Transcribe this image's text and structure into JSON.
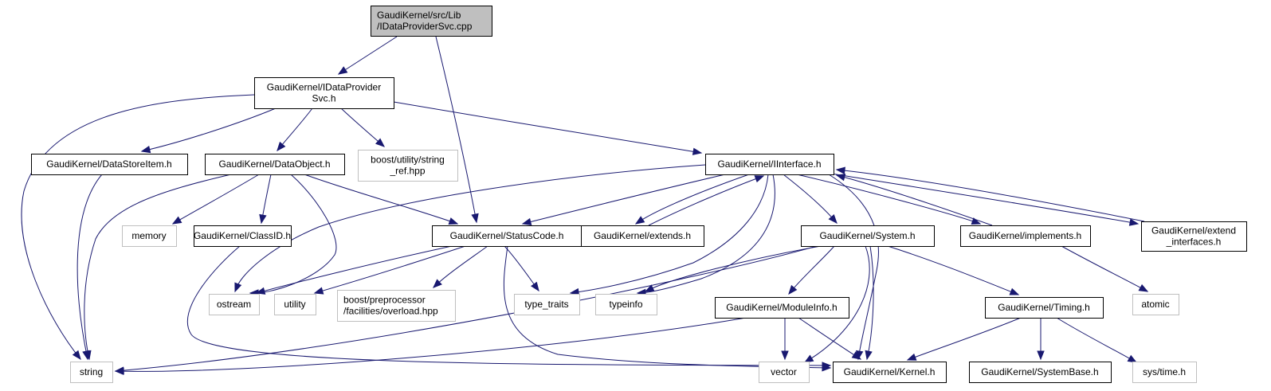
{
  "diagram": {
    "type": "include-dependency-graph",
    "colors": {
      "edge": "#191970",
      "root_fill": "#bfbfbf",
      "root_border": "#000000",
      "internal_border": "#000000",
      "external_border": "#bfbfbf",
      "node_fill": "#ffffff"
    },
    "nodes": [
      {
        "id": "root",
        "lines": [
          "GaudiKernel/src/Lib",
          "/IDataProviderSvc.cpp"
        ],
        "kind": "root"
      },
      {
        "id": "idps",
        "lines": [
          "GaudiKernel/IDataProvider",
          "Svc.h"
        ],
        "kind": "internal"
      },
      {
        "id": "dsi",
        "lines": [
          "GaudiKernel/DataStoreItem.h"
        ],
        "kind": "internal"
      },
      {
        "id": "dobj",
        "lines": [
          "GaudiKernel/DataObject.h"
        ],
        "kind": "internal"
      },
      {
        "id": "sref",
        "lines": [
          "boost/utility/string",
          "_ref.hpp"
        ],
        "kind": "external"
      },
      {
        "id": "iif",
        "lines": [
          "GaudiKernel/IInterface.h"
        ],
        "kind": "internal"
      },
      {
        "id": "memory",
        "lines": [
          "memory"
        ],
        "kind": "external"
      },
      {
        "id": "classid",
        "lines": [
          "GaudiKernel/ClassID.h"
        ],
        "kind": "internal"
      },
      {
        "id": "status",
        "lines": [
          "GaudiKernel/StatusCode.h"
        ],
        "kind": "internal"
      },
      {
        "id": "extends",
        "lines": [
          "GaudiKernel/extends.h"
        ],
        "kind": "internal"
      },
      {
        "id": "system",
        "lines": [
          "GaudiKernel/System.h"
        ],
        "kind": "internal"
      },
      {
        "id": "impl",
        "lines": [
          "GaudiKernel/implements.h"
        ],
        "kind": "internal"
      },
      {
        "id": "extif",
        "lines": [
          "GaudiKernel/extend",
          "_interfaces.h"
        ],
        "kind": "internal"
      },
      {
        "id": "ostream",
        "lines": [
          "ostream"
        ],
        "kind": "external"
      },
      {
        "id": "utility",
        "lines": [
          "utility"
        ],
        "kind": "external"
      },
      {
        "id": "overload",
        "lines": [
          "boost/preprocessor",
          "/facilities/overload.hpp"
        ],
        "kind": "external"
      },
      {
        "id": "typetraits",
        "lines": [
          "type_traits"
        ],
        "kind": "external"
      },
      {
        "id": "typeinfo",
        "lines": [
          "typeinfo"
        ],
        "kind": "external"
      },
      {
        "id": "modinfo",
        "lines": [
          "GaudiKernel/ModuleInfo.h"
        ],
        "kind": "internal"
      },
      {
        "id": "timing",
        "lines": [
          "GaudiKernel/Timing.h"
        ],
        "kind": "internal"
      },
      {
        "id": "atomic",
        "lines": [
          "atomic"
        ],
        "kind": "external"
      },
      {
        "id": "string",
        "lines": [
          "string"
        ],
        "kind": "external"
      },
      {
        "id": "vector",
        "lines": [
          "vector"
        ],
        "kind": "external"
      },
      {
        "id": "kernel",
        "lines": [
          "GaudiKernel/Kernel.h"
        ],
        "kind": "internal"
      },
      {
        "id": "sysbase",
        "lines": [
          "GaudiKernel/SystemBase.h"
        ],
        "kind": "internal"
      },
      {
        "id": "systime",
        "lines": [
          "sys/time.h"
        ],
        "kind": "external"
      }
    ],
    "edges": [
      {
        "from": "root",
        "to": "idps"
      },
      {
        "from": "root",
        "to": "status"
      },
      {
        "from": "idps",
        "to": "string"
      },
      {
        "from": "idps",
        "to": "dsi"
      },
      {
        "from": "idps",
        "to": "dobj"
      },
      {
        "from": "idps",
        "to": "sref"
      },
      {
        "from": "idps",
        "to": "iif"
      },
      {
        "from": "dsi",
        "to": "string"
      },
      {
        "from": "dobj",
        "to": "string"
      },
      {
        "from": "dobj",
        "to": "memory"
      },
      {
        "from": "dobj",
        "to": "classid"
      },
      {
        "from": "dobj",
        "to": "ostream"
      },
      {
        "from": "dobj",
        "to": "status"
      },
      {
        "from": "classid",
        "to": "kernel"
      },
      {
        "from": "iif",
        "to": "ostream"
      },
      {
        "from": "iif",
        "to": "status"
      },
      {
        "from": "iif",
        "to": "extends"
      },
      {
        "from": "extends",
        "to": "iif"
      },
      {
        "from": "iif",
        "to": "typetraits"
      },
      {
        "from": "iif",
        "to": "typeinfo"
      },
      {
        "from": "iif",
        "to": "system"
      },
      {
        "from": "iif",
        "to": "impl"
      },
      {
        "from": "impl",
        "to": "iif"
      },
      {
        "from": "iif",
        "to": "extif"
      },
      {
        "from": "extif",
        "to": "iif"
      },
      {
        "from": "iif",
        "to": "kernel"
      },
      {
        "from": "status",
        "to": "ostream"
      },
      {
        "from": "status",
        "to": "utility"
      },
      {
        "from": "status",
        "to": "overload"
      },
      {
        "from": "status",
        "to": "typetraits"
      },
      {
        "from": "status",
        "to": "kernel"
      },
      {
        "from": "system",
        "to": "typeinfo"
      },
      {
        "from": "system",
        "to": "string"
      },
      {
        "from": "system",
        "to": "modinfo"
      },
      {
        "from": "system",
        "to": "vector"
      },
      {
        "from": "system",
        "to": "kernel"
      },
      {
        "from": "system",
        "to": "timing"
      },
      {
        "from": "impl",
        "to": "atomic"
      },
      {
        "from": "modinfo",
        "to": "string"
      },
      {
        "from": "modinfo",
        "to": "vector"
      },
      {
        "from": "modinfo",
        "to": "kernel"
      },
      {
        "from": "timing",
        "to": "kernel"
      },
      {
        "from": "timing",
        "to": "sysbase"
      },
      {
        "from": "timing",
        "to": "systime"
      }
    ]
  }
}
